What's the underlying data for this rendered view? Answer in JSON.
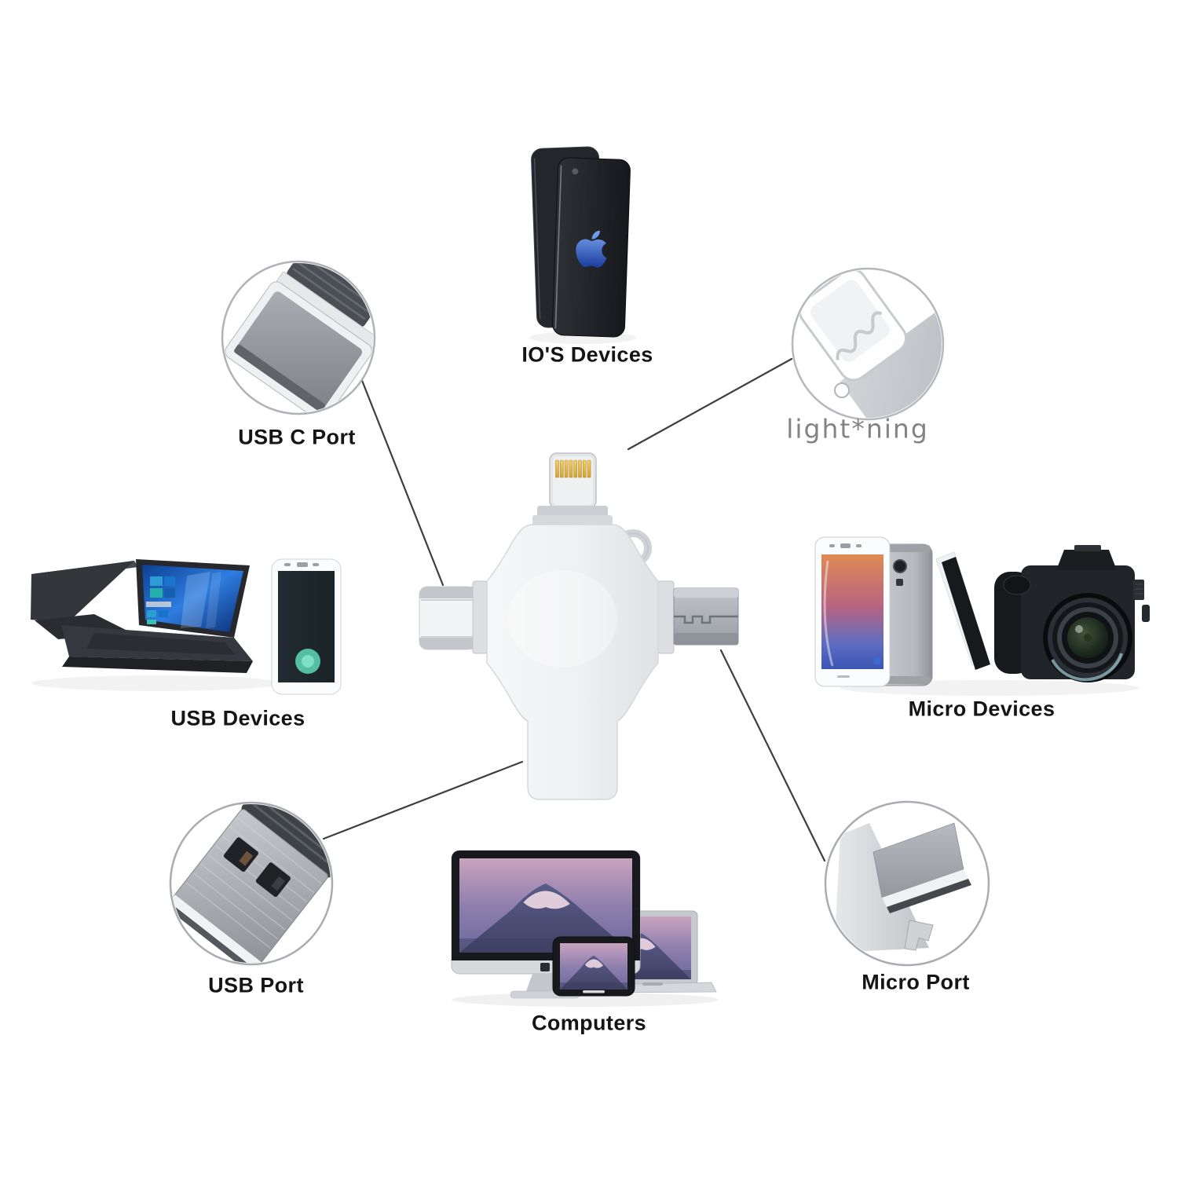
{
  "page": {
    "background": "#ffffff",
    "kind": "product-callout-diagram"
  },
  "labels": {
    "ios_devices": "IO'S Devices",
    "lightning_port": "light*ning",
    "usb_c_port": "USB C Port",
    "usb_devices": "USB Devices",
    "micro_devices": "Micro Devices",
    "usb_port": "USB Port",
    "computers": "Computers",
    "micro_port": "Micro Port"
  },
  "colors": {
    "label_text": "#151515",
    "lightning_label_text": "#838383",
    "callout_line": "#3c3e41",
    "callout_circle_border": "#afb2b7",
    "adapter_body_silver": "#eceeef",
    "lightning_pin_gold": "#ddae3e",
    "apple_logo_blue": "#2d55c0",
    "windows_wallpaper_blue": "#1b74cc",
    "fuji_wallpaper_purple": "#8f7fae",
    "device_dark": "#202329"
  },
  "icons": {
    "adapter": "four-way-flash-drive-illustration",
    "ios_devices": "two-black-iphones-with-blue-apple-logo",
    "usb_c_port_callout": "usb-c-plug-closeup-circle",
    "lightning_port_callout": "lightning-tip-closeup-circle",
    "usb_devices": "two-laptops-and-phone",
    "micro_devices": "two-phones-stylus-and-dslr-camera",
    "usb_port_callout": "usb-a-plug-closeup-circle",
    "computers": "imac-macbook-and-tablet",
    "micro_port_callout": "micro-usb-plug-closeup-circle"
  }
}
